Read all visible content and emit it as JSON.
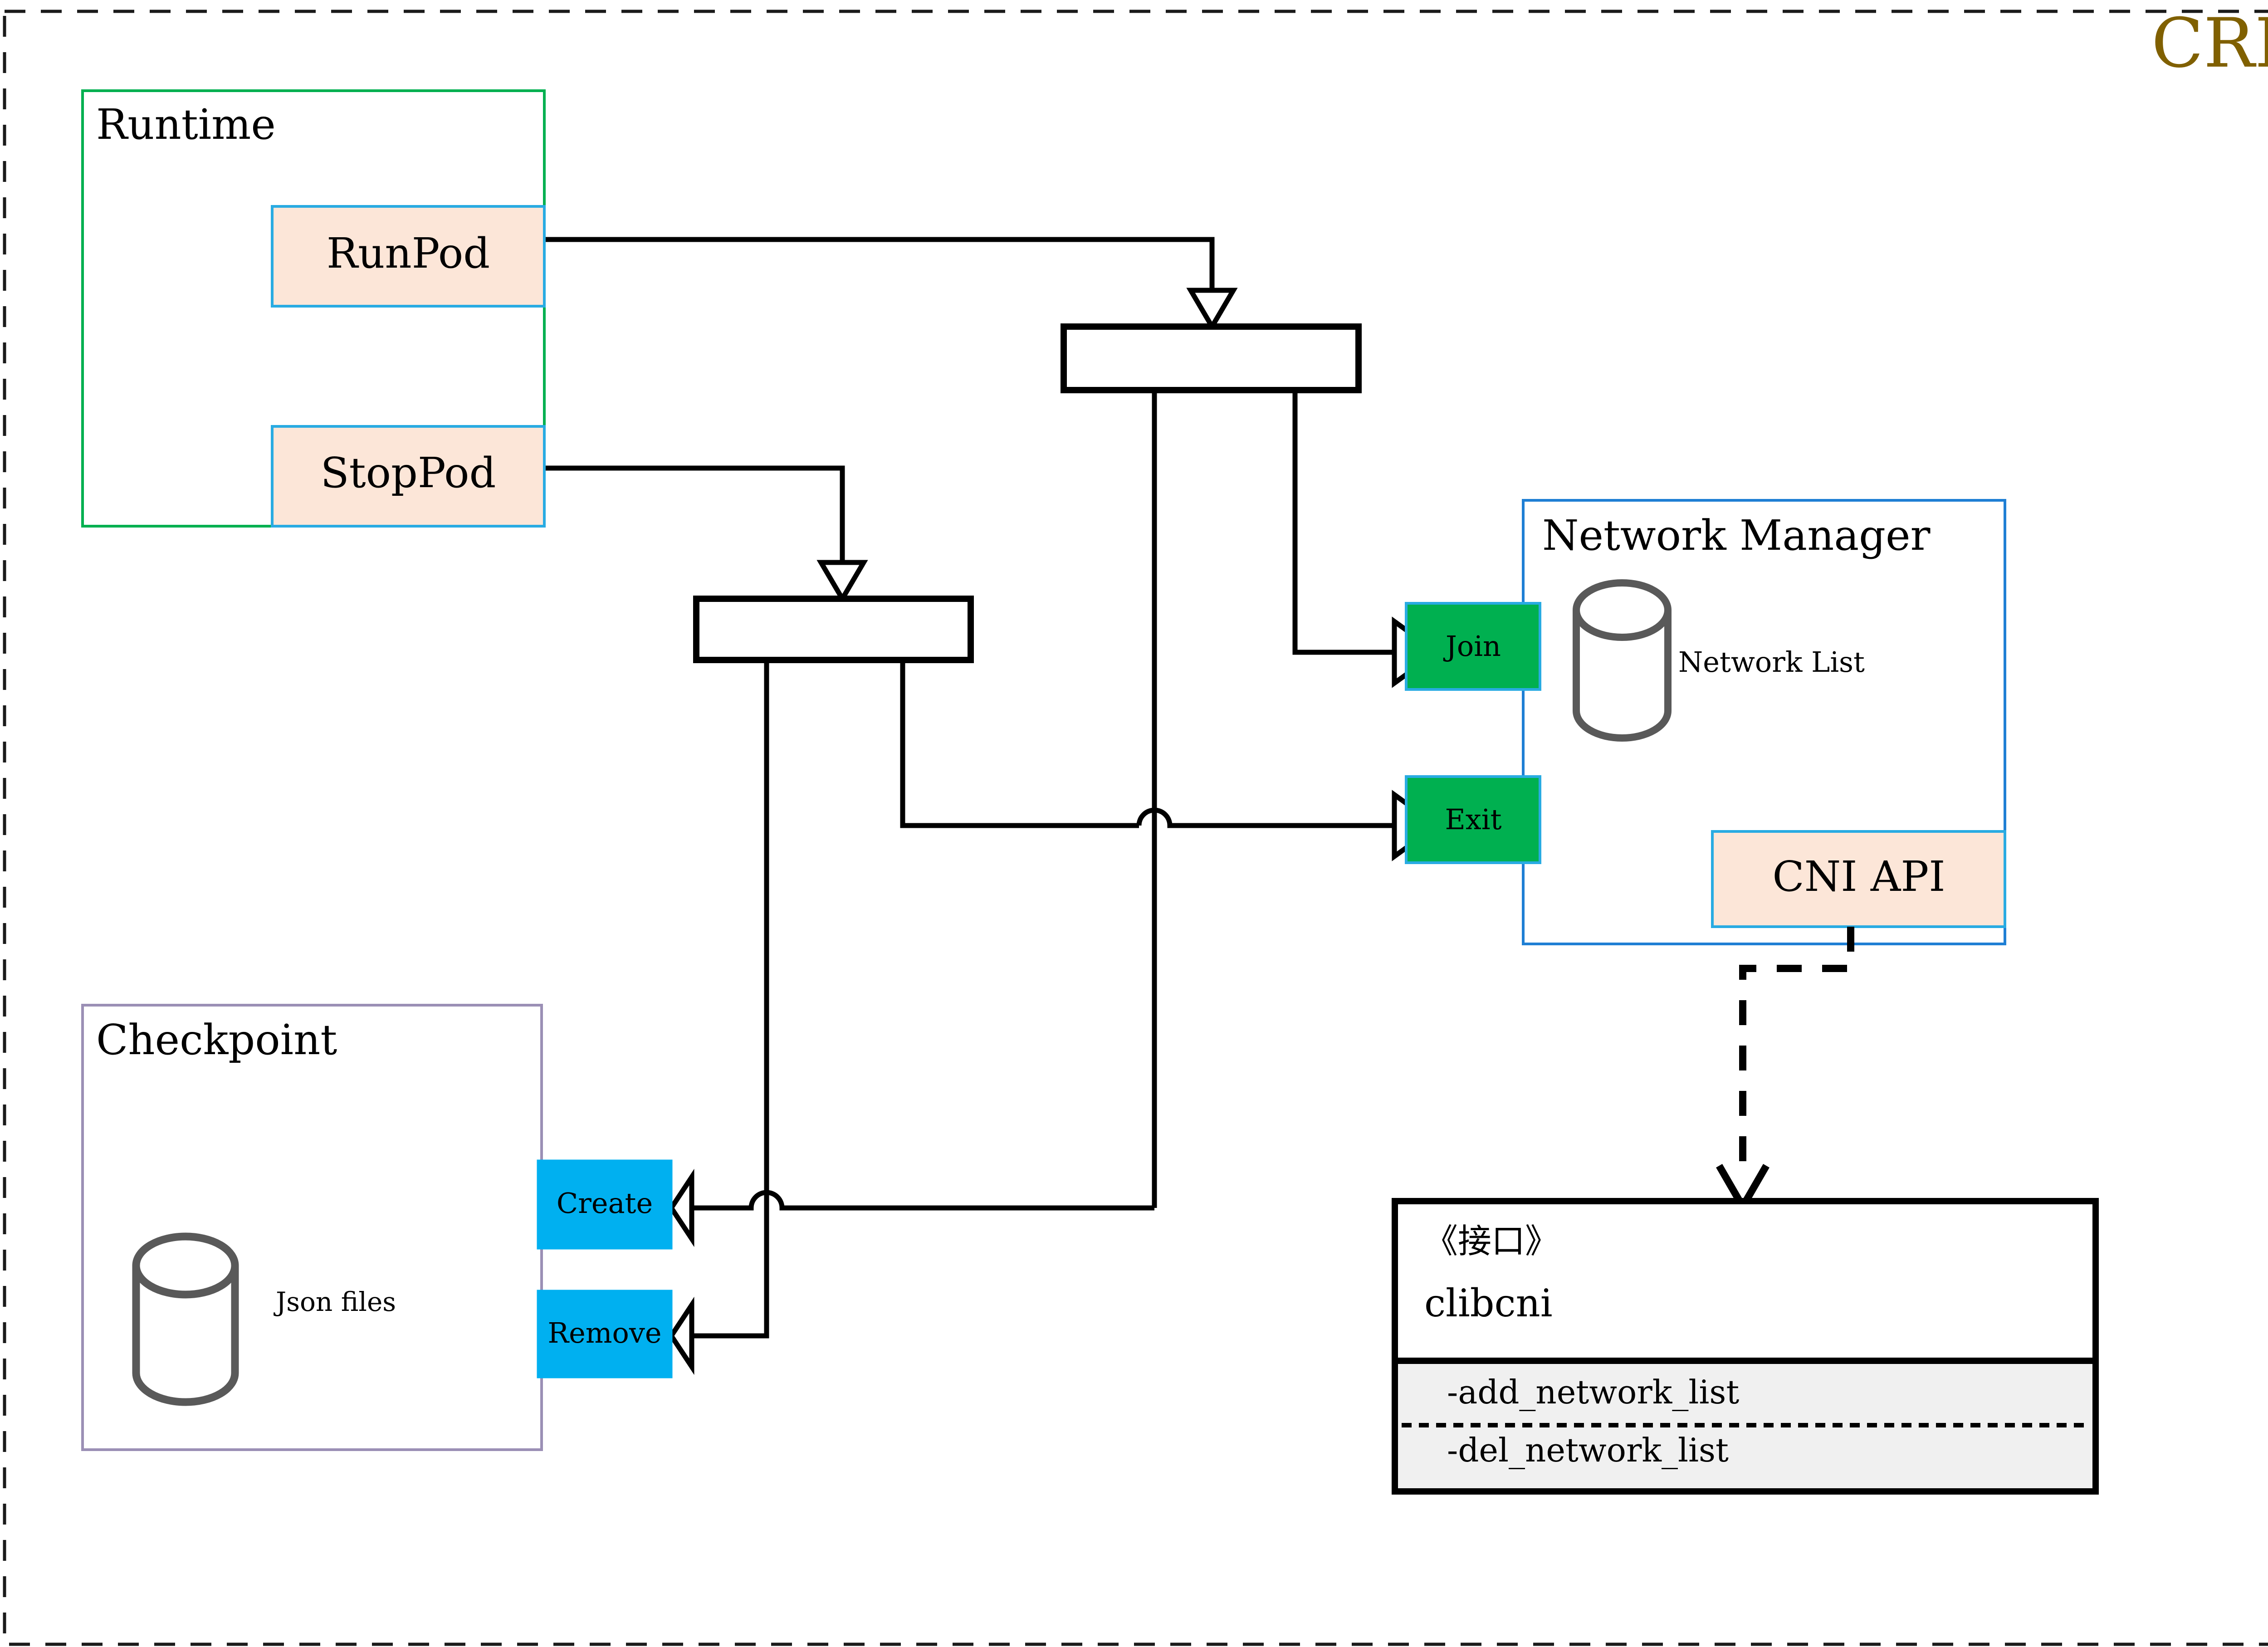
{
  "page": {
    "title": "CRI",
    "title_color": "#806000",
    "border_style": "dashed",
    "background": "#ffffff"
  },
  "colors": {
    "runtime_border": "#00b050",
    "checkpoint_border": "#9b8fb5",
    "network_manager_border": "#1f7fd4",
    "peach_fill": "#fce6d8",
    "peach_border": "#29abe2",
    "green_fill": "#00b050",
    "cyan_fill": "#00b0f0",
    "cylinder_stroke": "#595959",
    "line": "#000000",
    "iface_section_fill": "#f0f0f0"
  },
  "containers": [
    {
      "id": "runtime",
      "label": "Runtime"
    },
    {
      "id": "checkpoint",
      "label": "Checkpoint"
    },
    {
      "id": "network_manager",
      "label": "Network Manager"
    }
  ],
  "runtime": {
    "label": "Runtime",
    "operations": [
      {
        "id": "runpod",
        "label": "RunPod"
      },
      {
        "id": "stoppod",
        "label": "StopPod"
      }
    ]
  },
  "checkpoint": {
    "label": "Checkpoint",
    "store_label": "Json files",
    "operations": [
      {
        "id": "create",
        "label": "Create"
      },
      {
        "id": "remove",
        "label": "Remove"
      }
    ]
  },
  "network_manager": {
    "label": "Network Manager",
    "store_label": "Network List",
    "ports": [
      {
        "id": "join",
        "label": "Join"
      },
      {
        "id": "exit",
        "label": "Exit"
      }
    ],
    "api": {
      "id": "cni_api",
      "label": "CNI API"
    }
  },
  "interface_box": {
    "stereotype": "《接口》",
    "name": "clibcni",
    "methods": [
      "-add_network_list",
      "-del_network_list"
    ]
  },
  "forks": [
    {
      "id": "fork-top",
      "label": ""
    },
    {
      "id": "fork-bottom",
      "label": ""
    }
  ]
}
